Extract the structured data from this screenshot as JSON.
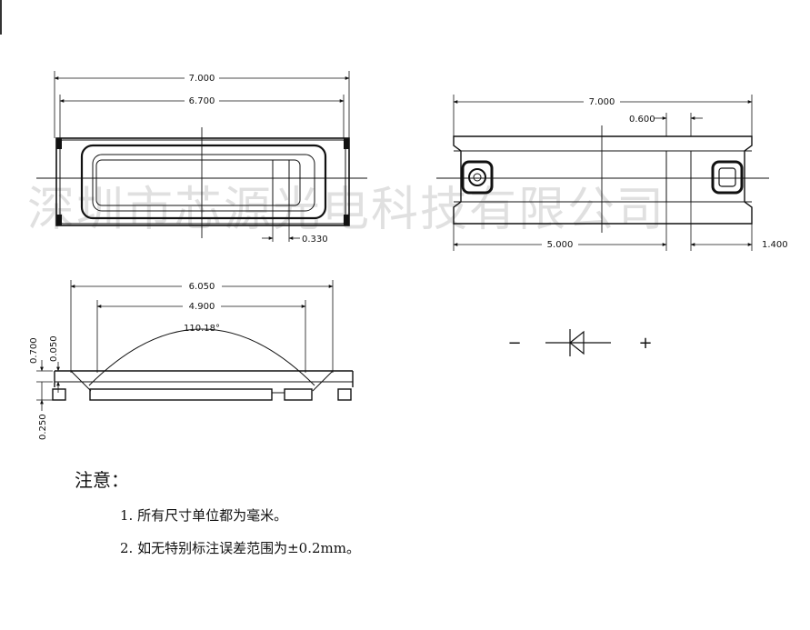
{
  "watermark": "深圳市芯源光电科技有限公司",
  "top_view": {
    "overall_width": "7.000",
    "inner_width": "6.700",
    "lens_offset": "0.330"
  },
  "side_view": {
    "overall_width": "7.000",
    "pad_width_top": "0.600",
    "body_length": "5.000",
    "pad_offset": "1.400"
  },
  "profile_view": {
    "outer_width": "6.050",
    "inner_width": "4.900",
    "angle": "110.18°",
    "height_total": "0.700",
    "height_step": "0.050",
    "height_base": "0.250"
  },
  "polarity": {
    "minus": "−",
    "plus": "+"
  },
  "notes": {
    "title": "注意：",
    "items": [
      "1. 所有尺寸单位都为毫米。",
      "2. 如无特别标注误差范围为±0.2mm。"
    ]
  }
}
